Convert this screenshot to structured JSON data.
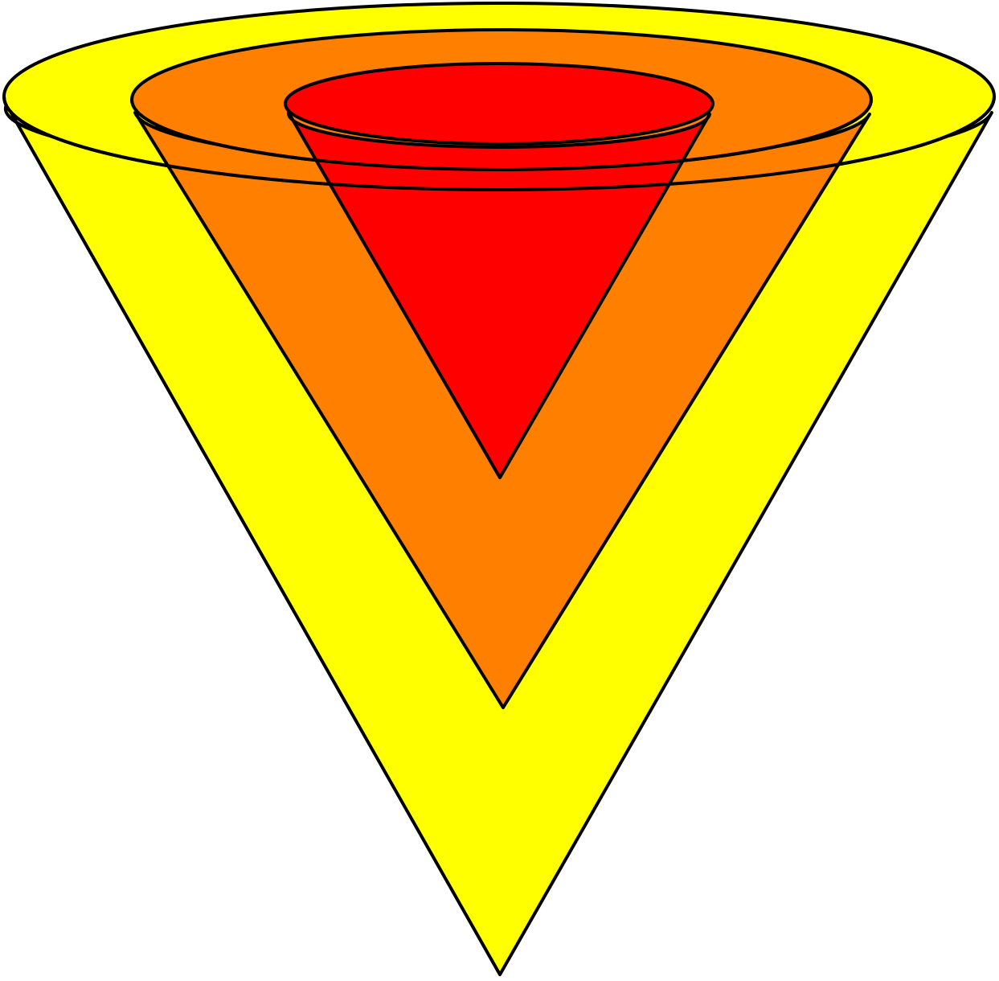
{
  "diagram": {
    "type": "nested-cones",
    "background": "#ffffff",
    "outline_color": "#000000",
    "cones": [
      {
        "name": "outer-cone",
        "fill": "#ffff00"
      },
      {
        "name": "middle-cone",
        "fill": "#ff8000"
      },
      {
        "name": "inner-cone",
        "fill": "#ff0000"
      }
    ]
  }
}
